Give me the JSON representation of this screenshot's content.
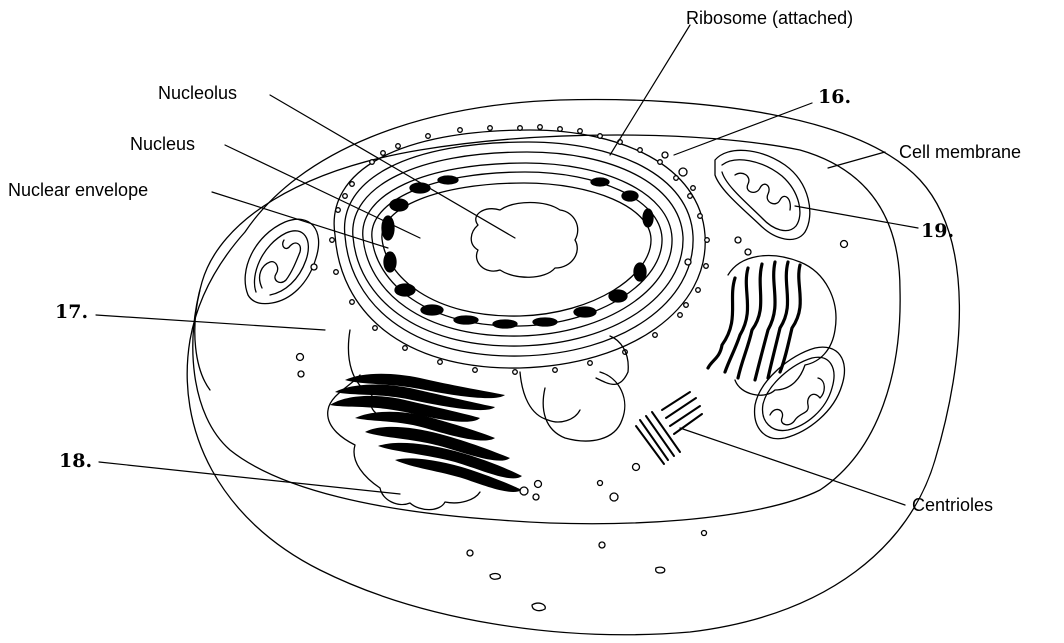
{
  "labels": {
    "ribosome": "Ribosome (attached)",
    "nucleolus": "Nucleolus",
    "nucleus": "Nucleus",
    "nuclear_envelope": "Nuclear envelope",
    "cell_membrane": "Cell membrane",
    "centrioles": "Centrioles",
    "n16": "16.",
    "n17": "17.",
    "n18": "18.",
    "n19": "19."
  },
  "colors": {
    "line": "#000000",
    "fill": "#ffffff"
  }
}
